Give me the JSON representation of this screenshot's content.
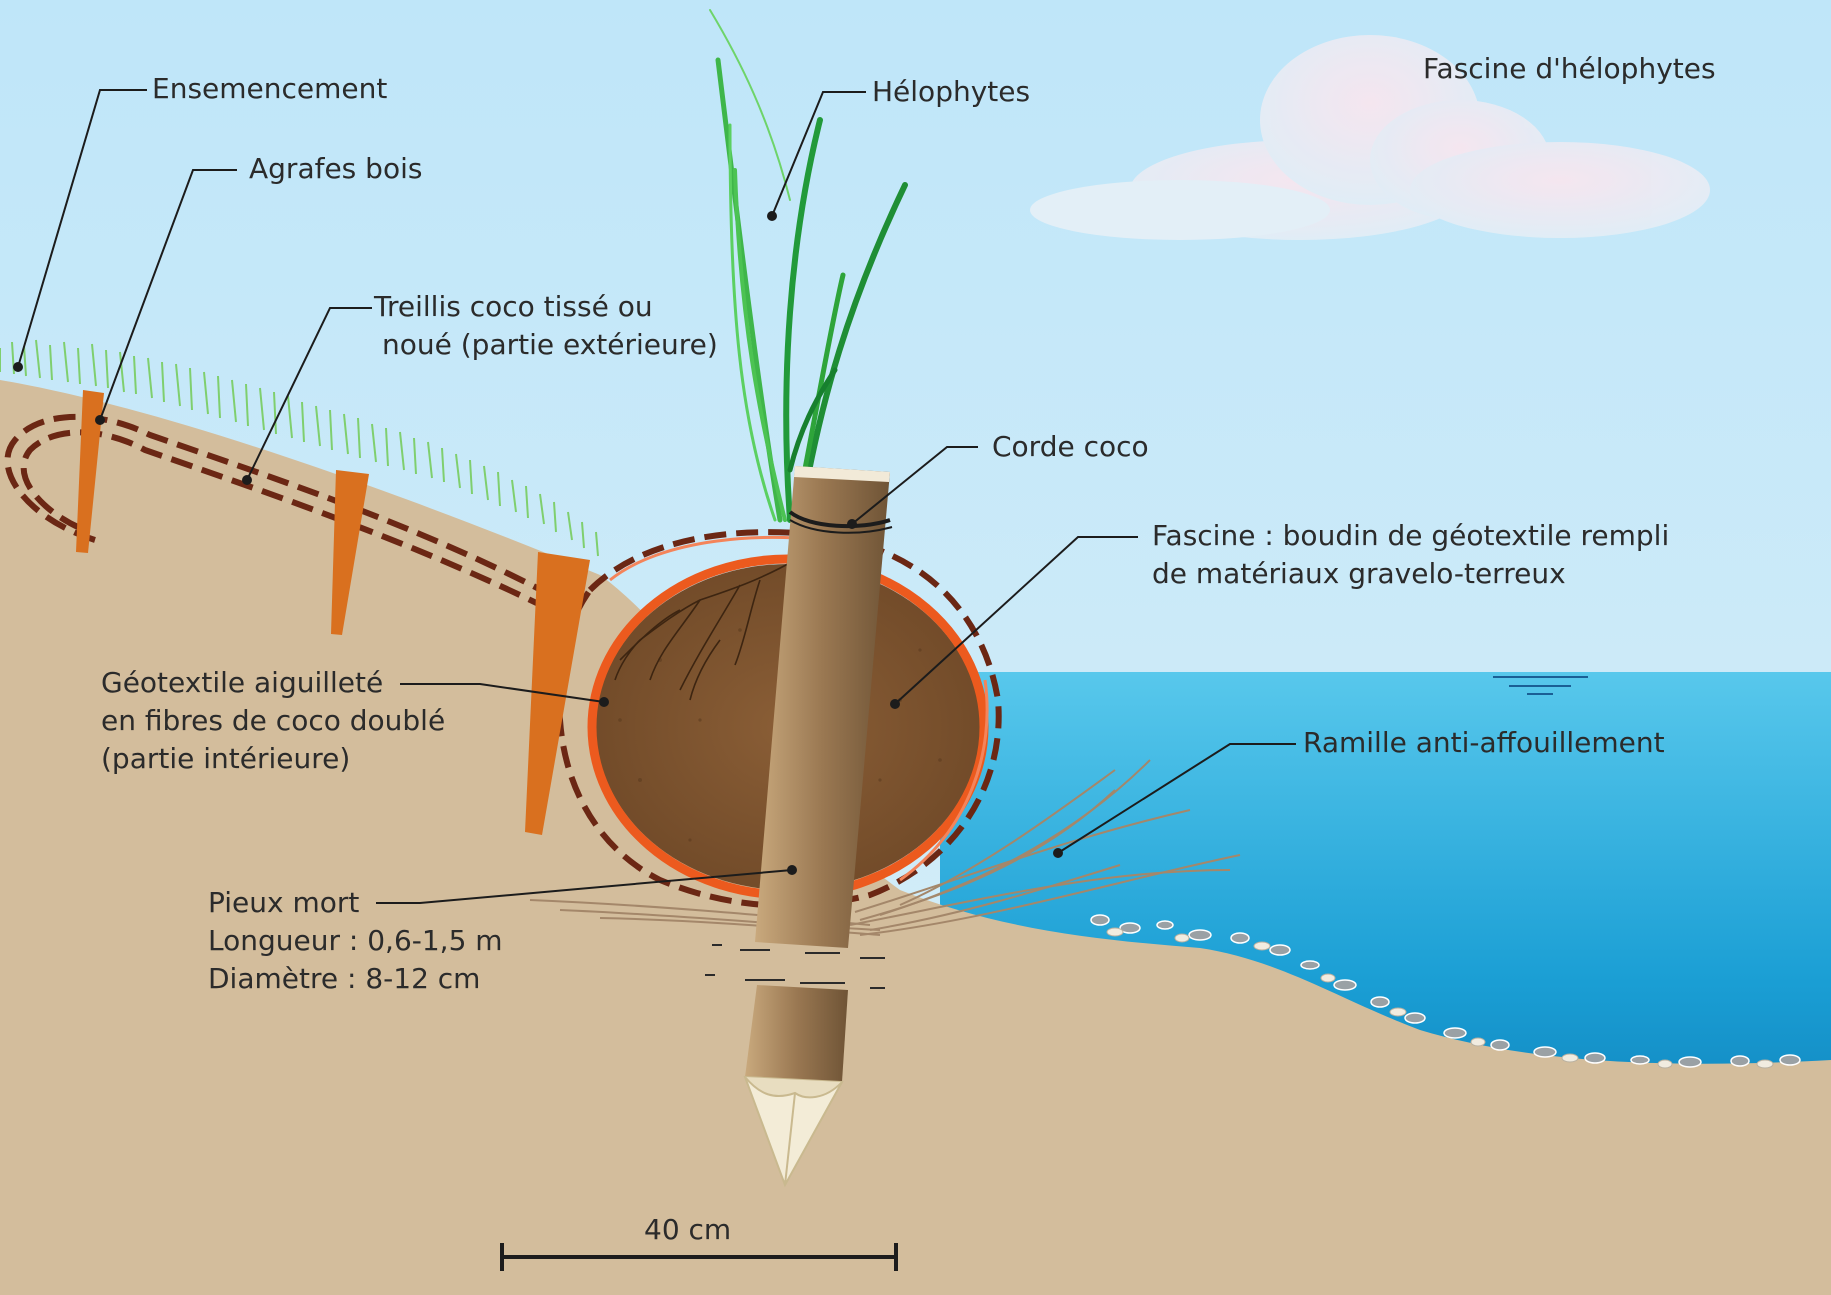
{
  "title": "Fascine d'hélophytes",
  "labels": {
    "ensemencement": "Ensemencement",
    "agrafes": "Agrafes bois",
    "treillis": [
      "Treillis coco tissé ou",
      "noué (partie extérieure)"
    ],
    "helophytes": "Hélophytes",
    "corde": "Corde coco",
    "fascine": [
      "Fascine : boudin de géotextile rempli",
      "de matériaux gravelo-terreux"
    ],
    "geotextile": [
      "Géotextile aiguilleté",
      "en fibres de coco doublé",
      "(partie intérieure)"
    ],
    "ramille": "Ramille anti-affouillement",
    "pieux": [
      "Pieux mort",
      "Longueur : 0,6-1,5 m",
      "Diamètre : 8-12 cm"
    ]
  },
  "scale": {
    "label": "40 cm"
  },
  "colors": {
    "sky": "#c9e8f8",
    "soil": "#d3bd9c",
    "water_top": "#50c3e8",
    "water_bottom": "#0a72ad",
    "fill": "#7b5330",
    "geotextile": "#ec5a1e",
    "mesh": "#6b2714",
    "stake": "#b08d62",
    "staple": "#d9701f",
    "grass": "#2ea43a"
  },
  "icons": [
    "cloud-icon",
    "water-level-icon"
  ]
}
